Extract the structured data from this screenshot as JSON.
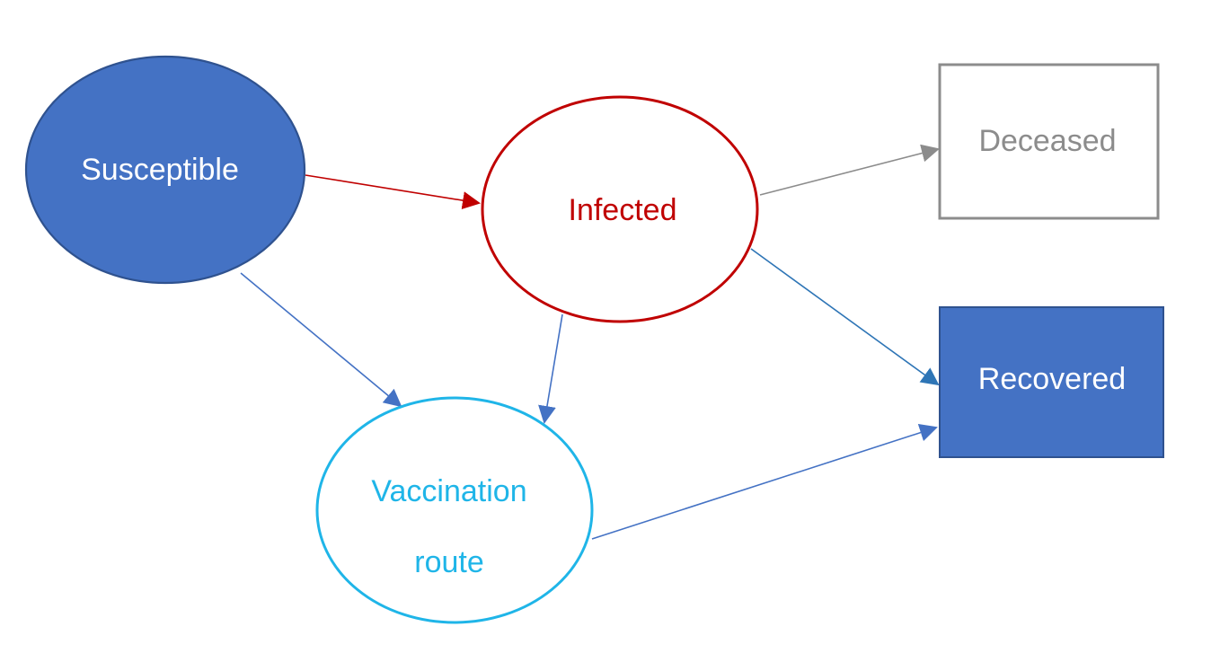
{
  "nodes": {
    "susceptible": {
      "label": "Susceptible",
      "fill": "#4472C4",
      "stroke": "#2F528F",
      "text_color": "#FFFFFF"
    },
    "infected": {
      "label": "Infected",
      "fill": "#FFFFFF",
      "stroke": "#C00000",
      "text_color": "#C00000"
    },
    "deceased": {
      "label": "Deceased",
      "fill": "#FFFFFF",
      "stroke": "#8C8C8C",
      "text_color": "#8C8C8C"
    },
    "vaccination": {
      "label_line1": "Vaccination",
      "label_line2": "route",
      "fill": "#FFFFFF",
      "stroke": "#1FB5E8",
      "text_color": "#1FB5E8"
    },
    "recovered": {
      "label": "Recovered",
      "fill": "#4472C4",
      "stroke": "#2F528F",
      "text_color": "#FFFFFF"
    }
  },
  "edges": [
    {
      "from": "susceptible",
      "to": "infected",
      "color": "#C00000"
    },
    {
      "from": "infected",
      "to": "deceased",
      "color": "#8C8C8C"
    },
    {
      "from": "infected",
      "to": "recovered",
      "color": "#2E75B6"
    },
    {
      "from": "susceptible",
      "to": "vaccination",
      "color": "#4472C4"
    },
    {
      "from": "infected",
      "to": "vaccination",
      "color": "#4472C4"
    },
    {
      "from": "vaccination",
      "to": "recovered",
      "color": "#4472C4"
    }
  ]
}
